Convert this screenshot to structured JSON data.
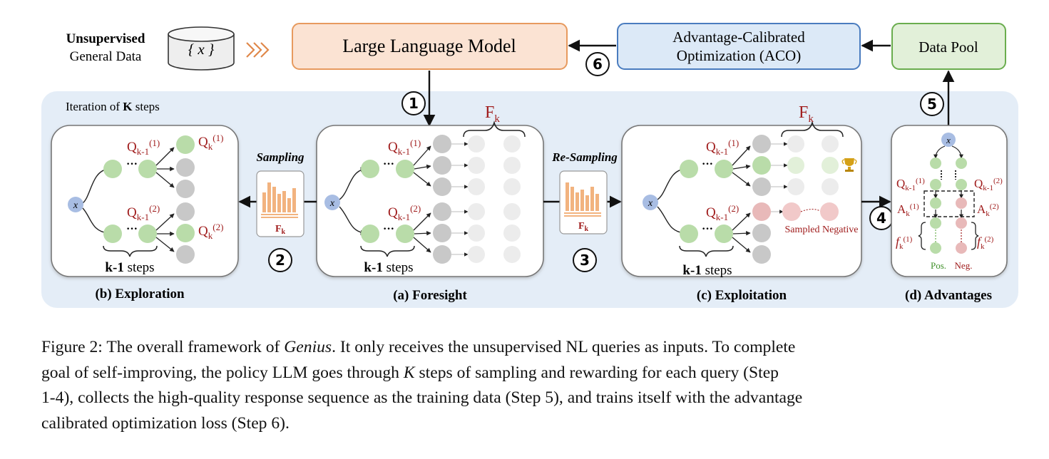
{
  "source": {
    "label_bold": "Unsupervised",
    "label_plain": "General Data",
    "db_text": "{ x }",
    "arrows": ">>>"
  },
  "boxes": {
    "llm": "Large Language Model",
    "aco_line1": "Advantage-Calibrated",
    "aco_line2": "Optimization (ACO)",
    "data_pool": "Data Pool"
  },
  "steps": [
    "1",
    "2",
    "3",
    "4",
    "5",
    "6"
  ],
  "iteration_label_pre": "Iteration of ",
  "iteration_label_k": "K",
  "iteration_label_post": " steps",
  "sampling_label": "Sampling",
  "resampling_label": "Re-Sampling",
  "fk": {
    "main": "F",
    "sub": "k"
  },
  "panels": {
    "exploration_title": "(b) Exploration",
    "foresight_title": "(a) Foresight",
    "exploitation_title": "(c) Exploitation",
    "advantages_title": "(d) Advantages",
    "k1_bold": "k-1",
    "k1_plain": " steps"
  },
  "node_x": "x",
  "labels": {
    "q_main": "Q",
    "q_sub": "k-1",
    "qk_sub": "k",
    "idx1": "(1)",
    "idx2": "(2)",
    "a_main": "A",
    "f_main": "f",
    "sampled_negative": "Sampled Negative",
    "pos": "Pos.",
    "neg": "Neg."
  },
  "colors": {
    "red": "#a01d1d",
    "green_node": "#b9dca9",
    "grey_node": "#c8c8c8",
    "pale_node": "#ececec",
    "neg_node": "#e8b9b9",
    "x_node": "#a8bde3",
    "panel_bg": "#e4edf7",
    "llm_fill": "#fbe3d3",
    "llm_stroke": "#e79a5e",
    "aco_fill": "#dce9f7",
    "aco_stroke": "#4a7cbf",
    "pool_fill": "#e2f0d9",
    "pool_stroke": "#6aad4e",
    "bar_color": "#f2b37f"
  },
  "caption": {
    "line1_pre": "Figure 2: The overall framework of ",
    "genius": "Genius",
    "line1_post": ". It only receives the unsupervised NL queries as inputs. To complete",
    "line2_pre": "goal of self-improving, the policy LLM goes through ",
    "k": "K",
    "line2_post": " steps of sampling and rewarding for each query (Step",
    "line3": "1-4), collects the high-quality response sequence as the training data (Step 5), and trains itself with the advantage",
    "line4": "calibrated optimization loss (Step 6)."
  }
}
